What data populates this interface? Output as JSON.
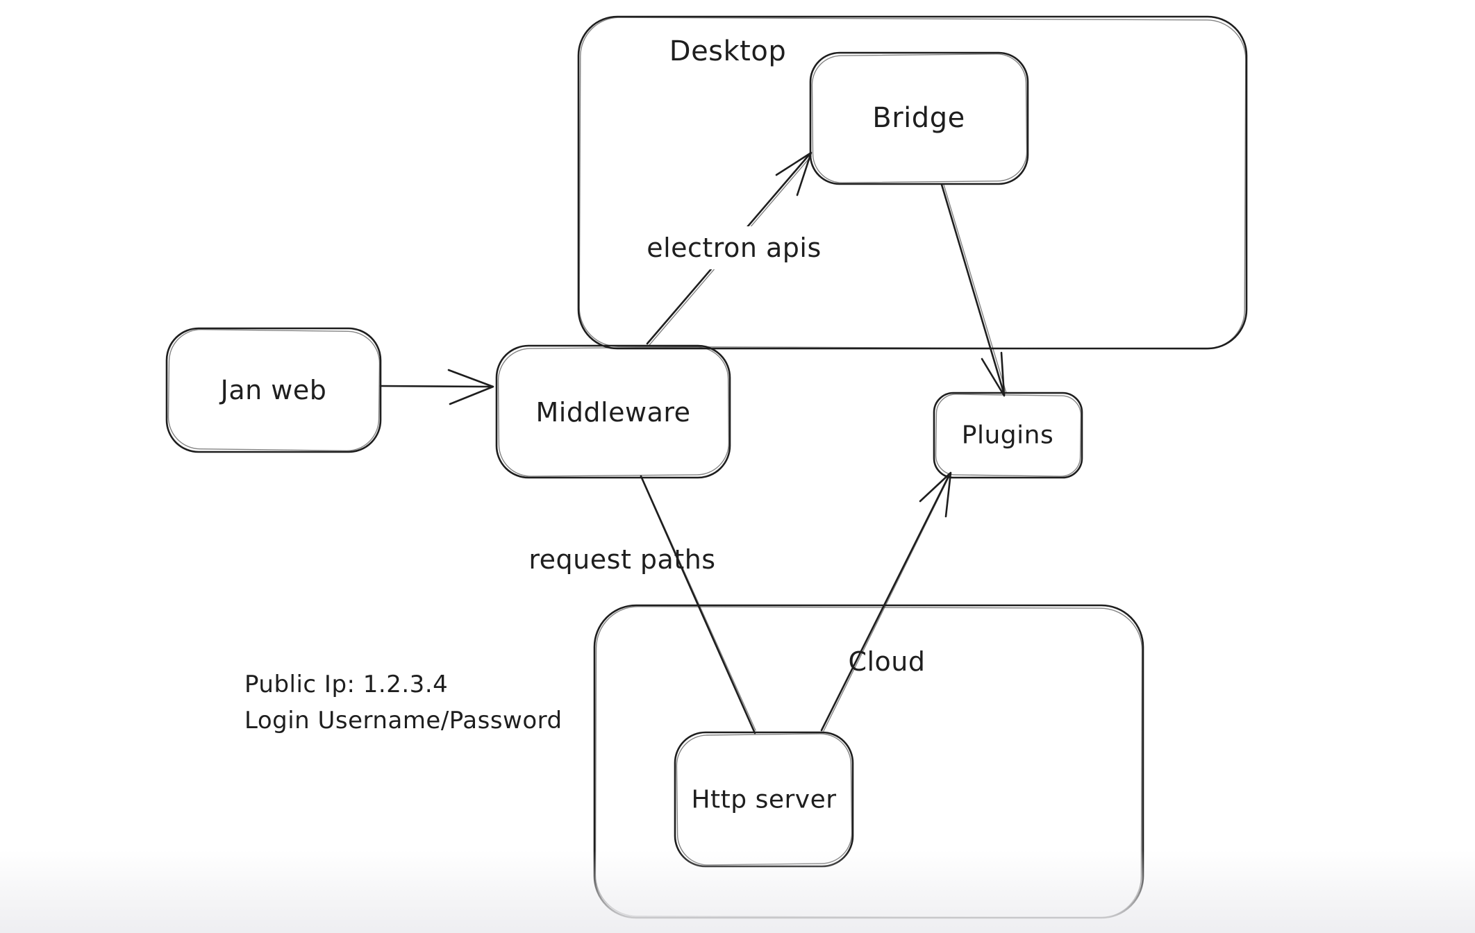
{
  "colors": {
    "stroke": "#1e1e1e",
    "background": "#ffffff",
    "bottom_fade": "#eeeef1"
  },
  "diagram": {
    "containers": [
      {
        "id": "desktop",
        "label": "Desktop"
      },
      {
        "id": "cloud",
        "label": "Cloud"
      }
    ],
    "nodes": [
      {
        "id": "jan-web",
        "label": "Jan web"
      },
      {
        "id": "middleware",
        "label": "Middleware"
      },
      {
        "id": "bridge",
        "label": "Bridge"
      },
      {
        "id": "plugins",
        "label": "Plugins"
      },
      {
        "id": "http-server",
        "label": "Http server"
      }
    ],
    "edges": [
      {
        "id": "jan-web-to-middleware",
        "label": ""
      },
      {
        "id": "middleware-to-bridge",
        "label": "electron apis"
      },
      {
        "id": "bridge-to-plugins",
        "label": ""
      },
      {
        "id": "middleware-to-http-server",
        "label": "request paths"
      },
      {
        "id": "http-server-to-plugins",
        "label": ""
      }
    ],
    "annotations": [
      {
        "id": "cloud-credentials",
        "lines": [
          "Public Ip: 1.2.3.4",
          "Login Username/Password"
        ]
      }
    ]
  }
}
